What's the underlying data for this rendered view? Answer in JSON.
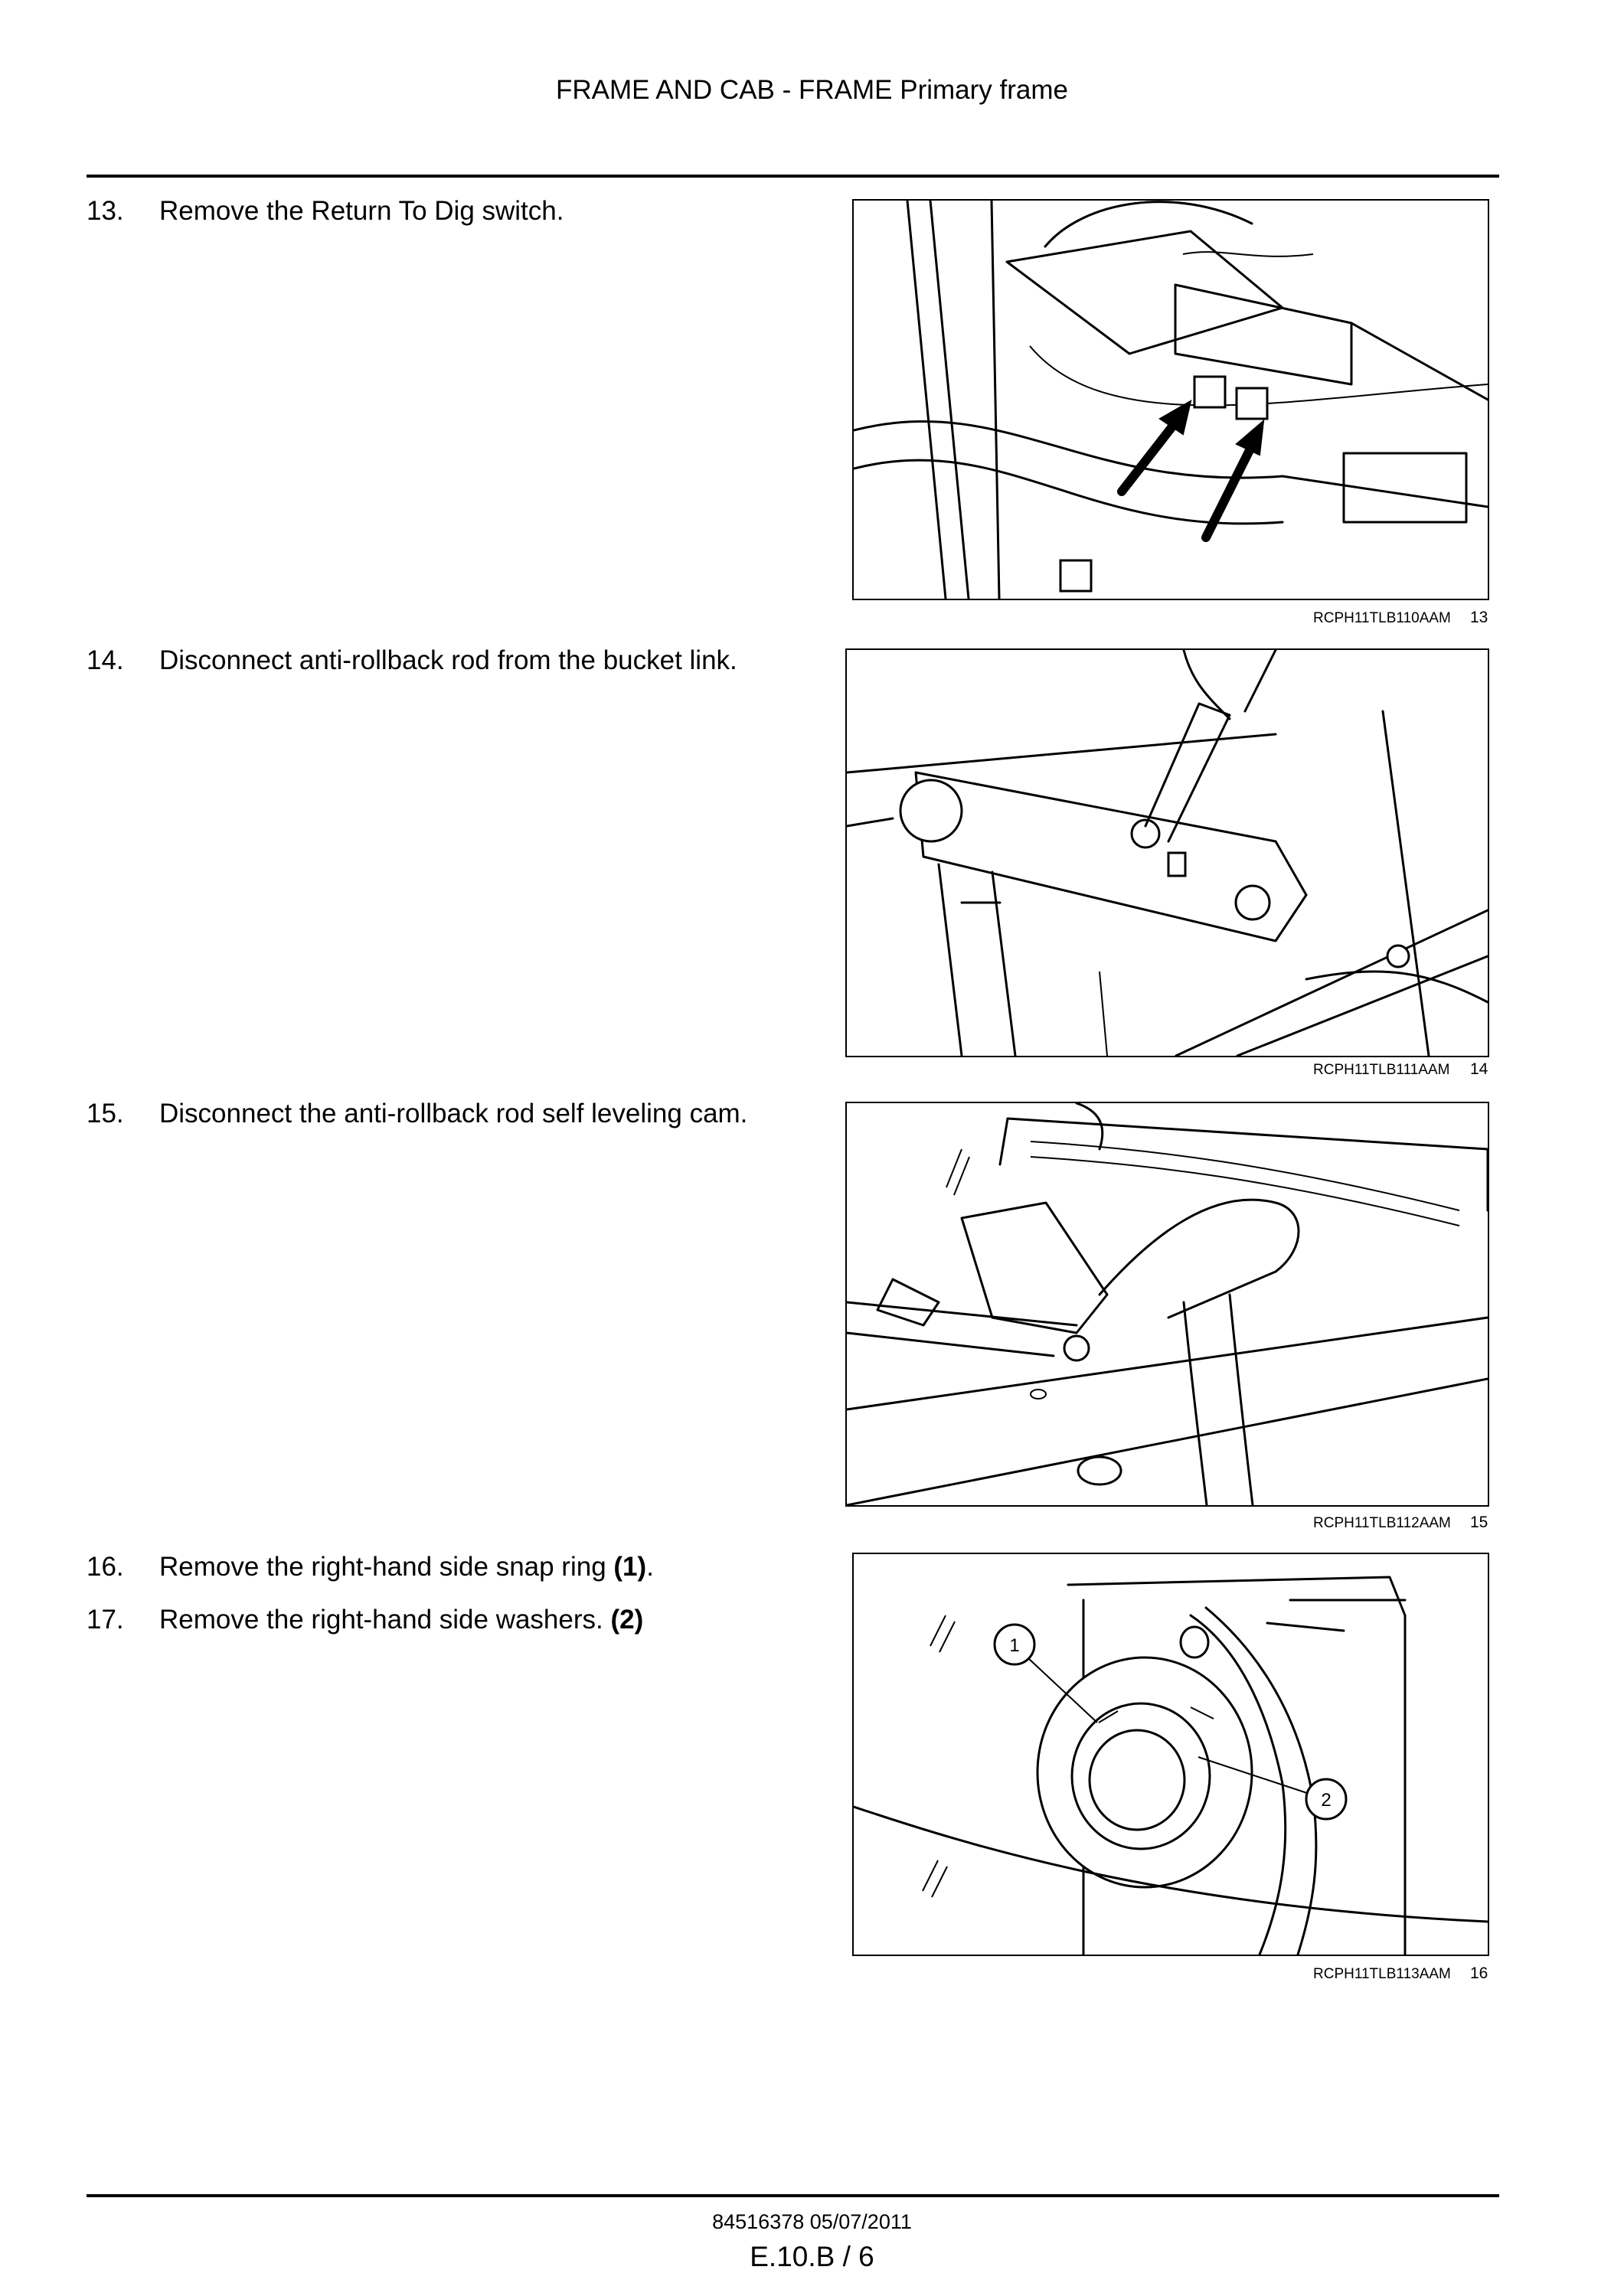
{
  "header": {
    "title": "FRAME AND CAB - FRAME Primary frame"
  },
  "steps": [
    {
      "number": "13.",
      "text": "Remove the Return To Dig switch."
    },
    {
      "number": "14.",
      "text": "Disconnect anti-rollback rod from the bucket link."
    },
    {
      "number": "15.",
      "text": "Disconnect the anti-rollback rod self leveling cam."
    },
    {
      "number": "16.",
      "text": "Remove the right-hand side snap ring ",
      "ref": "(1)",
      "suffix": "."
    },
    {
      "number": "17.",
      "text": "Remove the right-hand side washers. ",
      "ref": "(2)",
      "suffix": ""
    }
  ],
  "figures": [
    {
      "code": "RCPH11TLB110AAM",
      "number": "13"
    },
    {
      "code": "RCPH11TLB111AAM",
      "number": "14"
    },
    {
      "code": "RCPH11TLB112AAM",
      "number": "15"
    },
    {
      "code": "RCPH11TLB113AAM",
      "number": "16",
      "callouts": [
        "1",
        "2"
      ]
    }
  ],
  "footer": {
    "doc": "84516378 05/07/2011",
    "page": "E.10.B / 6"
  }
}
